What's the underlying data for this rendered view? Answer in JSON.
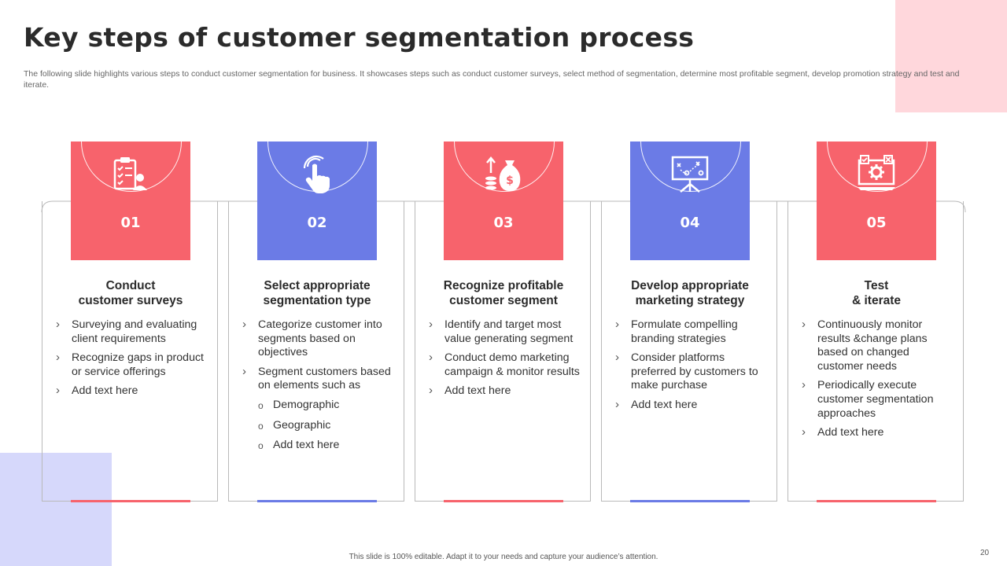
{
  "slide": {
    "title": "Key steps of customer segmentation process",
    "subtitle": "The following slide  highlights various steps to conduct customer segmentation for business. It showcases steps such as conduct customer surveys, select method of segmentation, determine most profitable segment, develop promotion strategy and test and iterate.",
    "footer": "This slide is 100% editable.  Adapt it to your needs and capture your audience’s attention.",
    "page_number": "20"
  },
  "colors": {
    "coral": "#f7636c",
    "blue": "#6b7be6",
    "pink_deco": "#ffd7dc",
    "lavender_deco": "#d6d8fb",
    "line": "#b9b9b9"
  },
  "steps": [
    {
      "number": "01",
      "icon": "survey-clipboard-icon",
      "color": "coral",
      "heading": "Conduct\ncustomer surveys",
      "bullets": [
        "Surveying and evaluating client requirements",
        "Recognize gaps in product or service offerings",
        "Add text here"
      ]
    },
    {
      "number": "02",
      "icon": "touch-hand-icon",
      "color": "blue",
      "heading": "Select appropriate\nsegmentation type",
      "bullets": [
        "Categorize customer into segments based on objectives",
        "Segment customers based on elements such as"
      ],
      "sub_bullets": [
        "Demographic",
        "Geographic",
        "Add text here"
      ]
    },
    {
      "number": "03",
      "icon": "money-bag-icon",
      "color": "coral",
      "heading": "Recognize profitable\ncustomer segment",
      "bullets": [
        "Identify and target most value generating segment",
        "Conduct demo marketing campaign & monitor results",
        "Add text here"
      ]
    },
    {
      "number": "04",
      "icon": "strategy-board-icon",
      "color": "blue",
      "heading": "Develop appropriate\nmarketing strategy",
      "bullets": [
        "Formulate compelling branding strategies",
        "Consider platforms preferred by customers to make purchase",
        "Add text here"
      ]
    },
    {
      "number": "05",
      "icon": "laptop-gear-icon",
      "color": "coral",
      "heading": "Test\n& iterate",
      "bullets": [
        "Continuously monitor results &change plans based on changed customer needs",
        "Periodically execute customer segmentation approaches",
        "Add text here"
      ]
    }
  ]
}
